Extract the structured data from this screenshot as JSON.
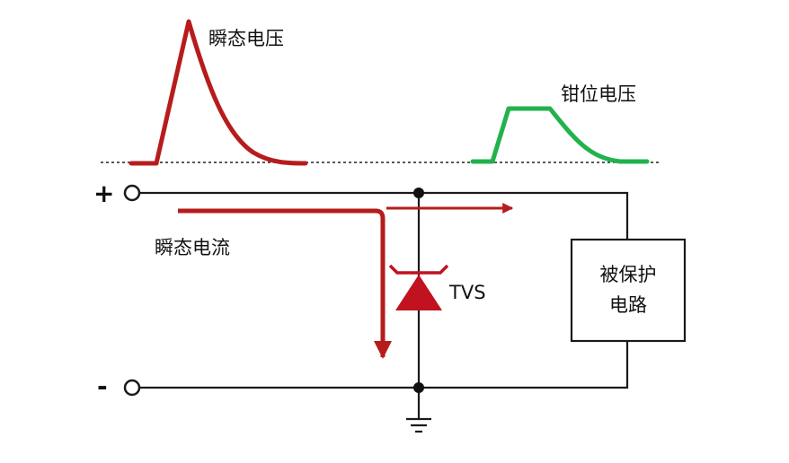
{
  "labels": {
    "transient_voltage": "瞬态电压",
    "clamping_voltage": "钳位电压",
    "transient_current": "瞬态电流",
    "tvs": "TVS",
    "protected_circuit_line1": "被保护",
    "protected_circuit_line2": "电路",
    "plus_terminal": "+",
    "minus_terminal": "-"
  },
  "colors": {
    "wire": "#1a1a1a",
    "transient": "#b71c1c",
    "clamp": "#22b24c",
    "tvs_symbol": "#c1121f"
  }
}
